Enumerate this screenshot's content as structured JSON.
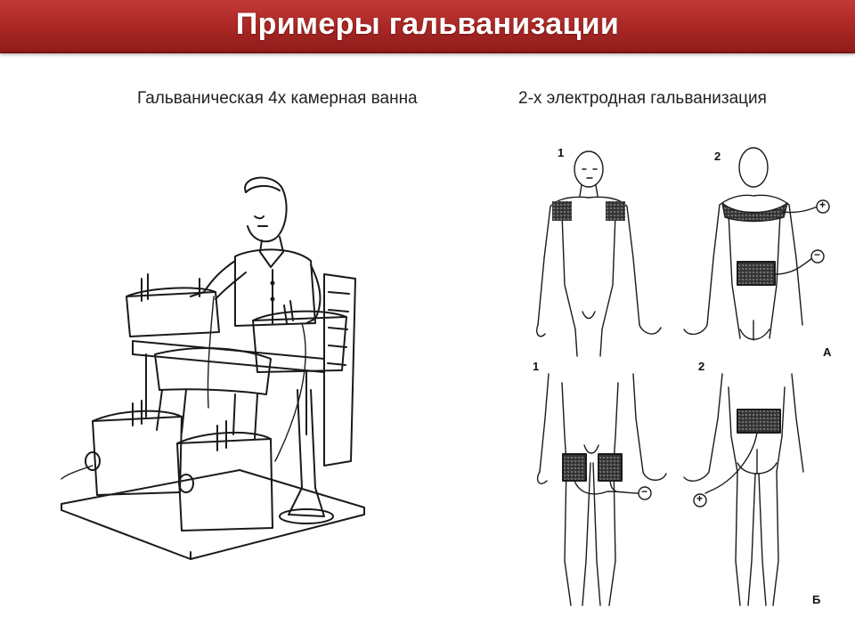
{
  "slide": {
    "title": "Примеры гальванизации",
    "accent_color": "#a92623"
  },
  "left_figure": {
    "caption": "Гальваническая 4х камерная ванна"
  },
  "right_figure": {
    "caption": "2-х электродная гальванизация",
    "panel_a": {
      "number_front": "1",
      "number_back": "2",
      "letter": "А",
      "plus_sign": "+",
      "minus_sign": "−"
    },
    "panel_b": {
      "number_front": "1",
      "number_back": "2",
      "letter": "Б",
      "plus_sign": "+",
      "minus_sign": "−"
    }
  }
}
